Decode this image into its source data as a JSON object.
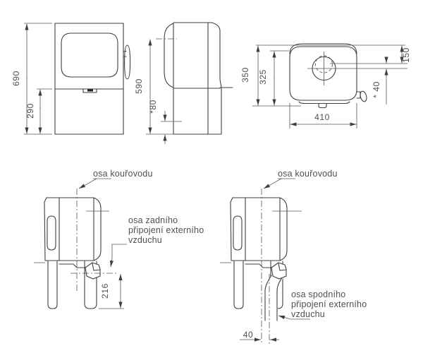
{
  "drawing": {
    "type": "technical-dimension-drawing",
    "subject": "stove-five-views",
    "background": "#ffffff",
    "line_color": "#3f3f3f",
    "text_color": "#4f4f4f"
  },
  "dims": {
    "front_height": "690",
    "front_base_height": "290",
    "side_flue_axis_height": "590",
    "side_rear_air_height": "*80",
    "top_depth_overall": "350",
    "top_depth_body": "325",
    "top_flue_from_rear": "150",
    "top_flue_offset": "* 40",
    "top_width": "410",
    "rear_air_axis_height": "216",
    "bottom_air_axis_offset": "40"
  },
  "labels": {
    "flue_axis_left": "osa kouřovodu",
    "flue_axis_right": "osa kouřovodu",
    "rear_air_line1": "osa zadního",
    "rear_air_line2": "připojení externího",
    "rear_air_line3": "vzduchu",
    "bottom_air_line1": "osa spodního",
    "bottom_air_line2": "připojení externího",
    "bottom_air_line3": "vzduchu"
  }
}
